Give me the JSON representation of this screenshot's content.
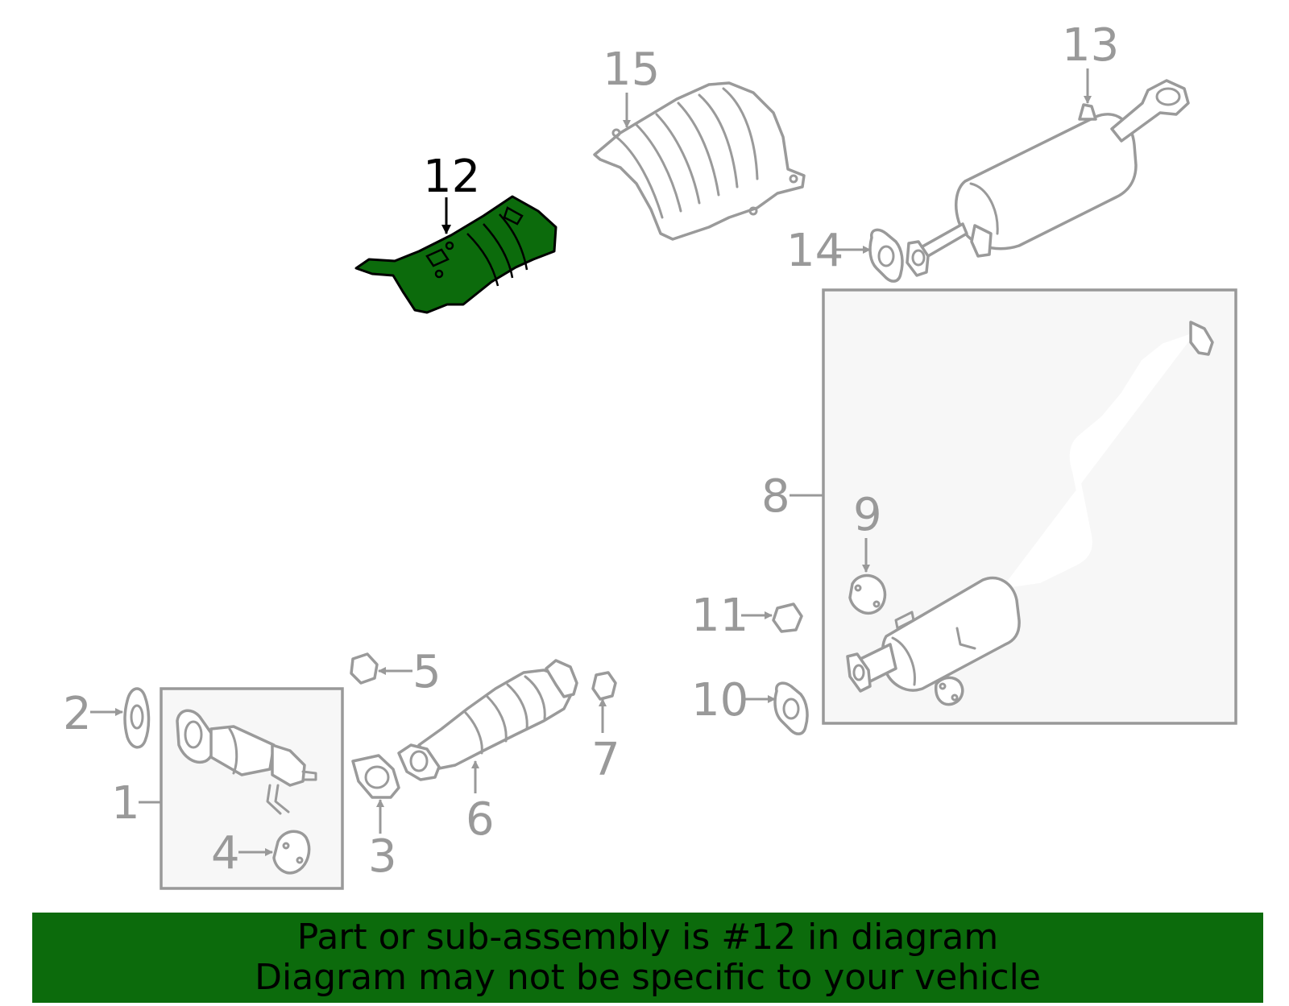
{
  "colors": {
    "highlight": "#0c6b0c",
    "part_stroke": "#9a9a9a",
    "callout_text": "#999999",
    "callout_highlight_text": "#000000",
    "banner_background": "#0c6b0c"
  },
  "highlighted_part": "12",
  "callouts": {
    "c1": "1",
    "c2": "2",
    "c3": "3",
    "c4": "4",
    "c5": "5",
    "c6": "6",
    "c7": "7",
    "c8": "8",
    "c9": "9",
    "c10": "10",
    "c11": "11",
    "c12": "12",
    "c13": "13",
    "c14": "14",
    "c15": "15"
  },
  "banner": {
    "line1": "Part or sub-assembly is #12 in diagram",
    "line2": "Diagram may not be specific to your vehicle"
  }
}
